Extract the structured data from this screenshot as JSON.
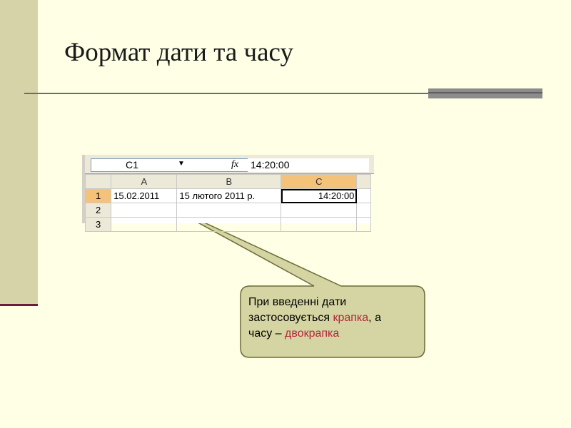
{
  "slide": {
    "title": "Формат дати та часу"
  },
  "excel": {
    "name_box": "C1",
    "fx_label": "fx",
    "formula_value": "14:20:00",
    "columns": [
      "A",
      "B",
      "C"
    ],
    "rows": [
      {
        "row": "1",
        "cells": [
          "15.02.2011",
          "15 лютого 2011 р.",
          "14:20:00"
        ]
      },
      {
        "row": "2",
        "cells": [
          "",
          "",
          ""
        ]
      },
      {
        "row": "3",
        "cells": [
          "",
          "",
          ""
        ]
      }
    ]
  },
  "callout": {
    "line1": "При введенні дати",
    "line2_before": "застосовується ",
    "line2_accent": "крапка",
    "line2_after": ", а",
    "line3_before": "часу – ",
    "line3_accent": "двокрапка"
  },
  "colors": {
    "background": "#ffffe5",
    "left_band": "#d7d3a8",
    "accent_text": "#b3263a",
    "callout_fill": "#d5d5a3",
    "selected_header": "#f5c27a"
  }
}
